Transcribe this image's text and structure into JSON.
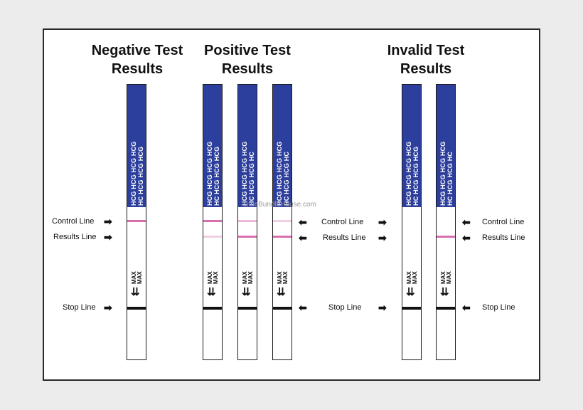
{
  "headings": {
    "negative": [
      "Negative Test",
      "Results"
    ],
    "positive": [
      "Positive Test",
      "Results"
    ],
    "invalid": [
      "Invalid Test",
      "Results"
    ]
  },
  "strip_text": {
    "hcg": [
      "HCG HCG HCG HCG",
      "HC HCG HCG HCG",
      "HCG HCG HCG HCG",
      "HC HCG HCG HC"
    ],
    "max": "MAX",
    "arrows": "⇊"
  },
  "labels": {
    "control": "Control Line",
    "results": "Results Line",
    "stop": "Stop Line"
  },
  "watermark": "LittleBundleHouse.com",
  "colors": {
    "strip_blue": "#2d3f9c",
    "line_strong": "#d96fb0",
    "line_faint": "#f2cfe6"
  }
}
